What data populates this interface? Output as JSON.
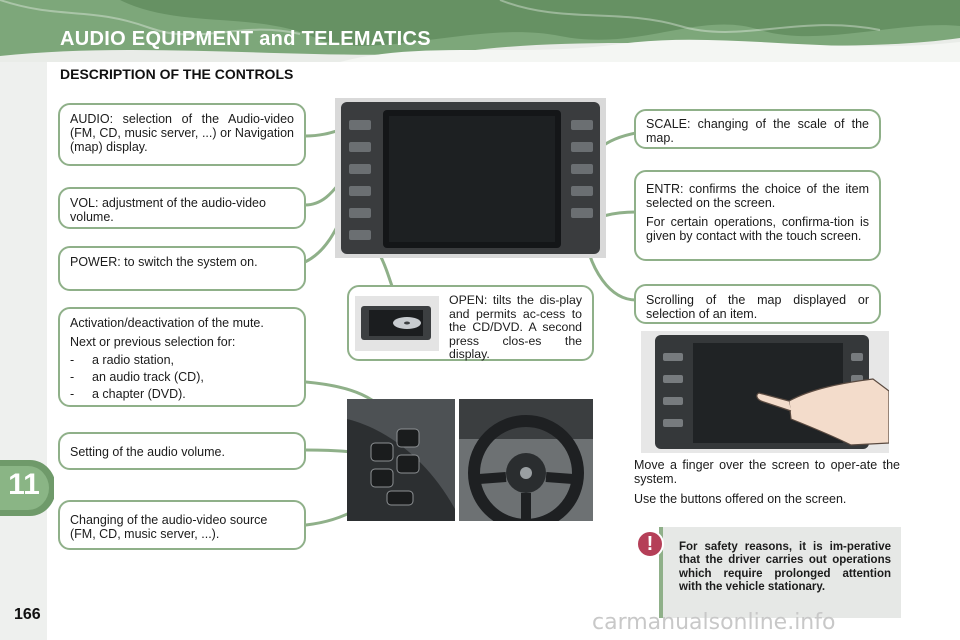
{
  "header": {
    "title": "AUDIO EQUIPMENT and TELEMATICS",
    "subtitle": "DESCRIPTION OF THE CONTROLS"
  },
  "chapter_number": "11",
  "page_number": "166",
  "left_boxes": {
    "audio": "AUDIO: selection of the Audio-video (FM, CD, music server, ...) or Navigation (map) display.",
    "vol": "VOL: adjustment of the audio-video volume.",
    "power": "POWER: to switch the system on.",
    "mute": {
      "line1": "Activation/deactivation of the mute.",
      "line2": "Next or previous selection for:",
      "items": [
        {
          "dash": "-",
          "text": "a radio station,"
        },
        {
          "dash": "-",
          "text": "an audio track (CD),"
        },
        {
          "dash": "-",
          "text": "a chapter (DVD)."
        }
      ]
    },
    "volume_setting": "Setting of the audio volume.",
    "source": "Changing of the audio-video source (FM, CD, music server, ...)."
  },
  "right_boxes": {
    "scale": "SCALE: changing of the scale of the map.",
    "entr_1": "ENTR: confirms the choice of the item selected on the screen.",
    "entr_2": "For certain operations, confirma-tion is given by contact with the touch screen.",
    "scroll": "Scrolling of the map displayed or selection of an item."
  },
  "open_box": "OPEN: tilts the dis-play and permits ac-cess to the CD/DVD. A second press clos-es the display.",
  "touch_caption": {
    "line1": "Move a finger over the screen to oper-ate the system.",
    "line2": "Use the buttons offered on the screen."
  },
  "warning": {
    "icon": "!",
    "text": "For safety reasons, it is im-perative that the driver carries out operations which require prolonged attention with the vehicle stationary."
  },
  "watermark": "carmanualsonline.info",
  "colors": {
    "accent_green": "#8fb089",
    "chapter_green": "#6f9a6a",
    "warning_red": "#b53f58",
    "header_green": "#5f8a5c"
  }
}
